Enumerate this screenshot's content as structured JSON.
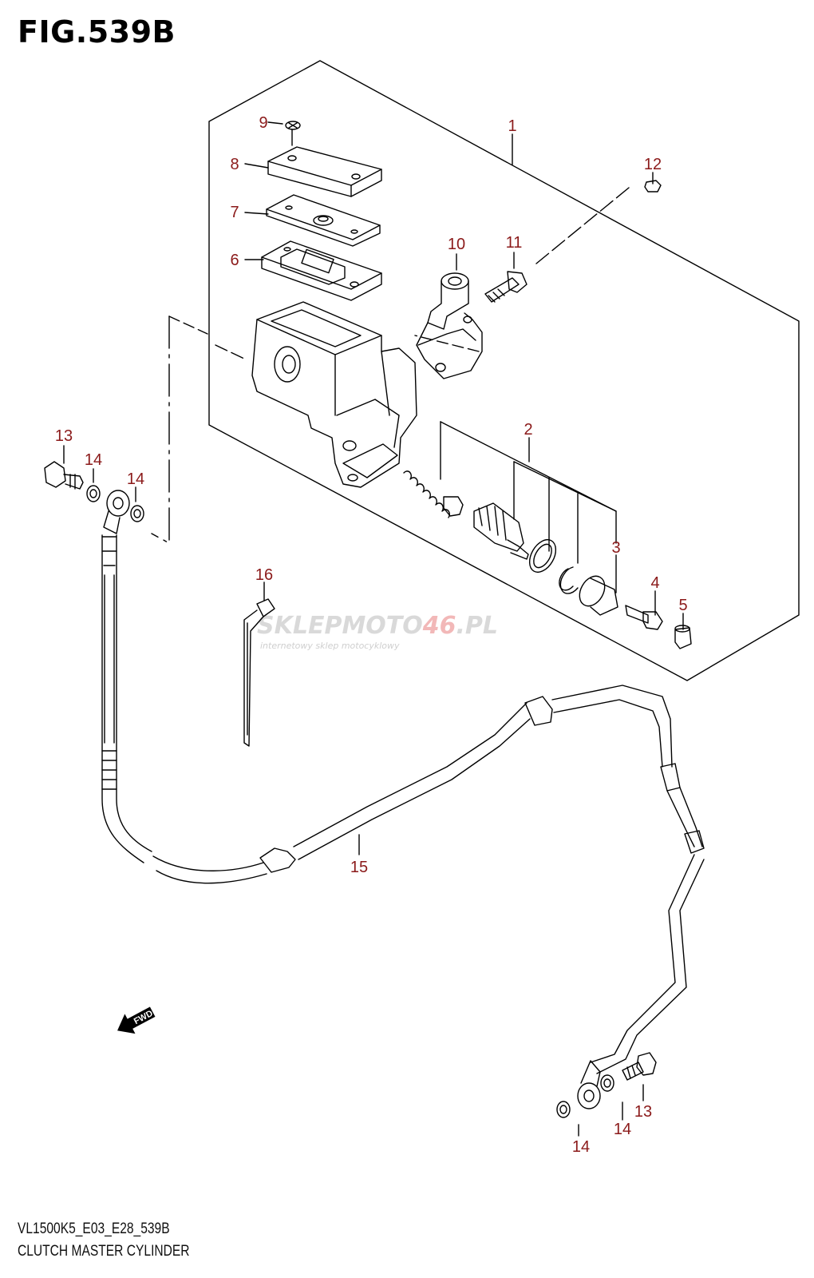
{
  "figure_title": "FIG.539B",
  "footer": {
    "model_code": "VL1500K5_E03_E28_539B",
    "caption": "CLUTCH MASTER CYLINDER"
  },
  "watermark": {
    "brand_prefix": "SKLEP",
    "brand_accent": "MOTO",
    "brand_number": "46",
    "brand_suffix": ".PL",
    "tagline": "internetowy sklep motocyklowy"
  },
  "fwd_label": "FWD",
  "callouts": {
    "c1": "1",
    "c2": "2",
    "c3": "3",
    "c4": "4",
    "c5": "5",
    "c6": "6",
    "c7": "7",
    "c8": "8",
    "c9": "9",
    "c10": "10",
    "c11": "11",
    "c12": "12",
    "c13a": "13",
    "c13b": "13",
    "c14a": "14",
    "c14b": "14",
    "c14c": "14",
    "c14d": "14",
    "c15": "15",
    "c16": "16"
  },
  "colors": {
    "callout": "#8b1a1a",
    "line": "#000000"
  }
}
